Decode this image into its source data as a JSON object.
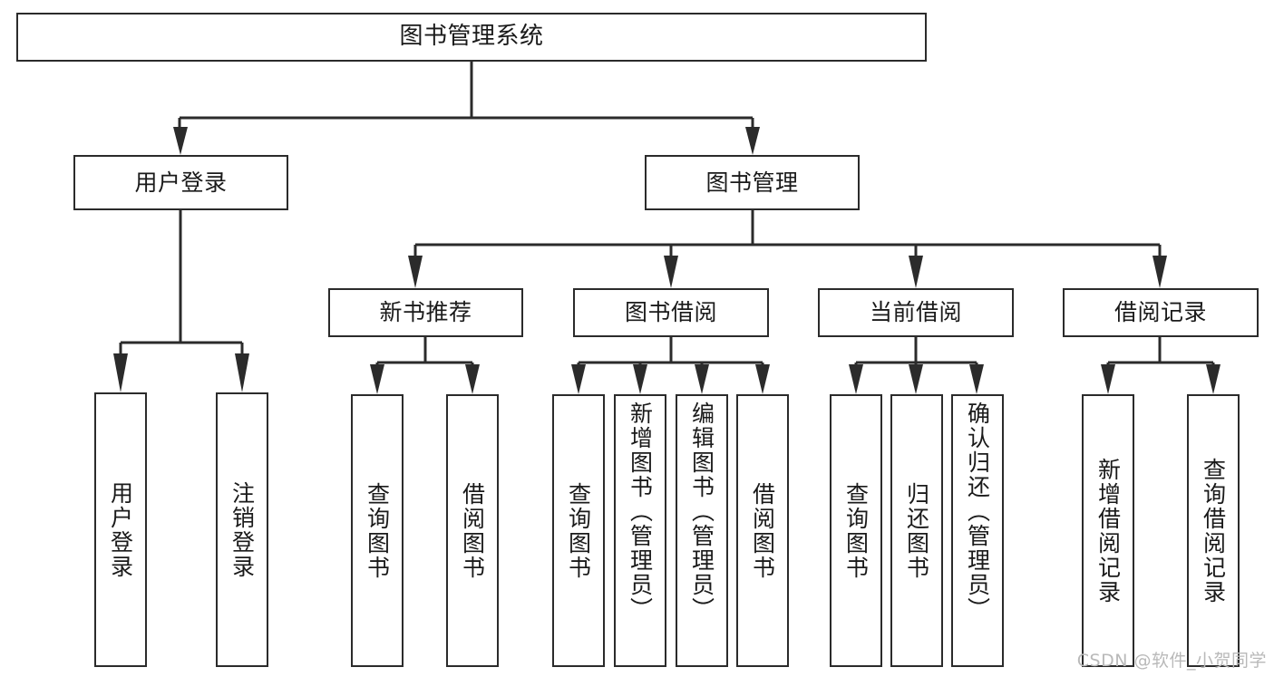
{
  "diagram": {
    "type": "tree-hierarchy-flowchart",
    "title": "图书管理系统",
    "stroke_color": "#2b2b2b",
    "fill_color": "#ffffff",
    "text_color": "#1a1a1a",
    "watermark": "CSDN @软件_小贺同学",
    "nodes": {
      "root": {
        "label": "图书管理系统"
      },
      "level1": [
        {
          "id": "user-login",
          "label": "用户登录"
        },
        {
          "id": "book-management",
          "label": "图书管理"
        }
      ],
      "level2": [
        {
          "id": "new-book-recommend",
          "label": "新书推荐"
        },
        {
          "id": "book-borrow",
          "label": "图书借阅"
        },
        {
          "id": "current-borrow",
          "label": "当前借阅"
        },
        {
          "id": "borrow-record",
          "label": "借阅记录"
        }
      ],
      "leaves": {
        "user-login": [
          {
            "id": "leaf-user-login",
            "label": "用户登录"
          },
          {
            "id": "leaf-user-logout",
            "label": "注销登录"
          }
        ],
        "new-book-recommend": [
          {
            "id": "leaf-query-book-1",
            "label": "查询图书"
          },
          {
            "id": "leaf-borrow-book-1",
            "label": "借阅图书"
          }
        ],
        "book-borrow": [
          {
            "id": "leaf-query-book-2",
            "label": "查询图书"
          },
          {
            "id": "leaf-add-book-admin",
            "label": "新增图书（管理员）"
          },
          {
            "id": "leaf-edit-book-admin",
            "label": "编辑图书（管理员）"
          },
          {
            "id": "leaf-borrow-book-2",
            "label": "借阅图书"
          }
        ],
        "current-borrow": [
          {
            "id": "leaf-query-book-3",
            "label": "查询图书"
          },
          {
            "id": "leaf-return-book",
            "label": "归还图书"
          },
          {
            "id": "leaf-confirm-return-admin",
            "label": "确认归还（管理员）"
          }
        ],
        "borrow-record": [
          {
            "id": "leaf-add-borrow-record",
            "label": "新增借阅记录"
          },
          {
            "id": "leaf-query-borrow-record",
            "label": "查询借阅记录"
          }
        ]
      }
    }
  }
}
